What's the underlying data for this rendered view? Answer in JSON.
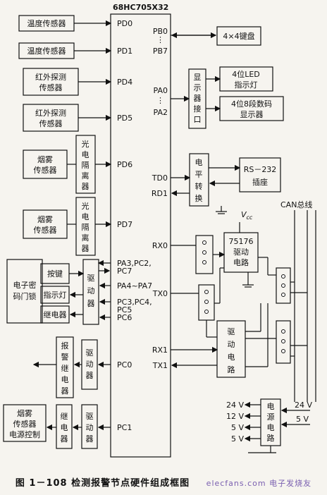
{
  "figure": {
    "chip": "68HC705X32",
    "caption_num": "图 1－108",
    "caption_text": "检测报警节点硬件组成框图",
    "watermark": "elecfans.com 电子发烧友"
  },
  "sensors": {
    "temp1": "温度传感器",
    "temp2": "温度传感器",
    "ir1": [
      "红外探测",
      "传感器"
    ],
    "ir2": [
      "红外探测",
      "传感器"
    ],
    "smoke1": [
      "烟雾",
      "传感器"
    ],
    "smoke2": [
      "烟雾",
      "传感器"
    ],
    "opto": [
      "光",
      "电",
      "隔",
      "离",
      "器"
    ]
  },
  "pins": {
    "pd0": "PD0",
    "pd1": "PD1",
    "pd4": "PD4",
    "pd5": "PD5",
    "pd6": "PD6",
    "pd7": "PD7",
    "pb0": "PB0",
    "pb7": "PB7",
    "pa0": "PA0",
    "pa2": "PA2",
    "td0": "TD0",
    "rd1": "RD1",
    "rx0": "RX0",
    "tx0": "TX0",
    "rx1": "RX1",
    "tx1": "TX1",
    "pa3": "PA3,PC2,",
    "pc7": "PC7",
    "pa4": "PA4~PA7",
    "pc3": "PC3,PC4,",
    "pc5": "PC5",
    "pc6": "PC6",
    "pc0": "PC0",
    "pc1": "PC1"
  },
  "right": {
    "keypad": "4×4键盘",
    "disp_if": [
      "显",
      "示",
      "器",
      "接",
      "口"
    ],
    "led": [
      "4位LED",
      "指示灯"
    ],
    "seg": [
      "4位8段数码",
      "显示器"
    ],
    "level": [
      "电",
      "平",
      "转",
      "换"
    ],
    "rs232": [
      "RS－232",
      "插座"
    ],
    "vcc": "V",
    "vcc_sub": "cc",
    "can": "CAN总线",
    "drv75176": [
      "75176",
      "驱动",
      "电路"
    ],
    "drv2": [
      "驱",
      "动",
      "电",
      "路"
    ]
  },
  "left": {
    "lock": [
      "电子密",
      "码门锁"
    ],
    "key": "按键",
    "ind": "指示灯",
    "relay": "继电器",
    "driver": [
      "驱",
      "动",
      "器"
    ],
    "alarm_relay": [
      "报",
      "警",
      "继",
      "电",
      "器"
    ],
    "relay2": [
      "继",
      "电",
      "器"
    ],
    "smoke_pwr": [
      "烟雾",
      "传感器",
      "电源控制"
    ]
  },
  "power": {
    "outs": [
      "24 V",
      "12 V",
      "5 V",
      "5 V"
    ],
    "ins": [
      "24 V",
      "5 V"
    ],
    "label": [
      "电",
      "源",
      "电",
      "路"
    ]
  }
}
